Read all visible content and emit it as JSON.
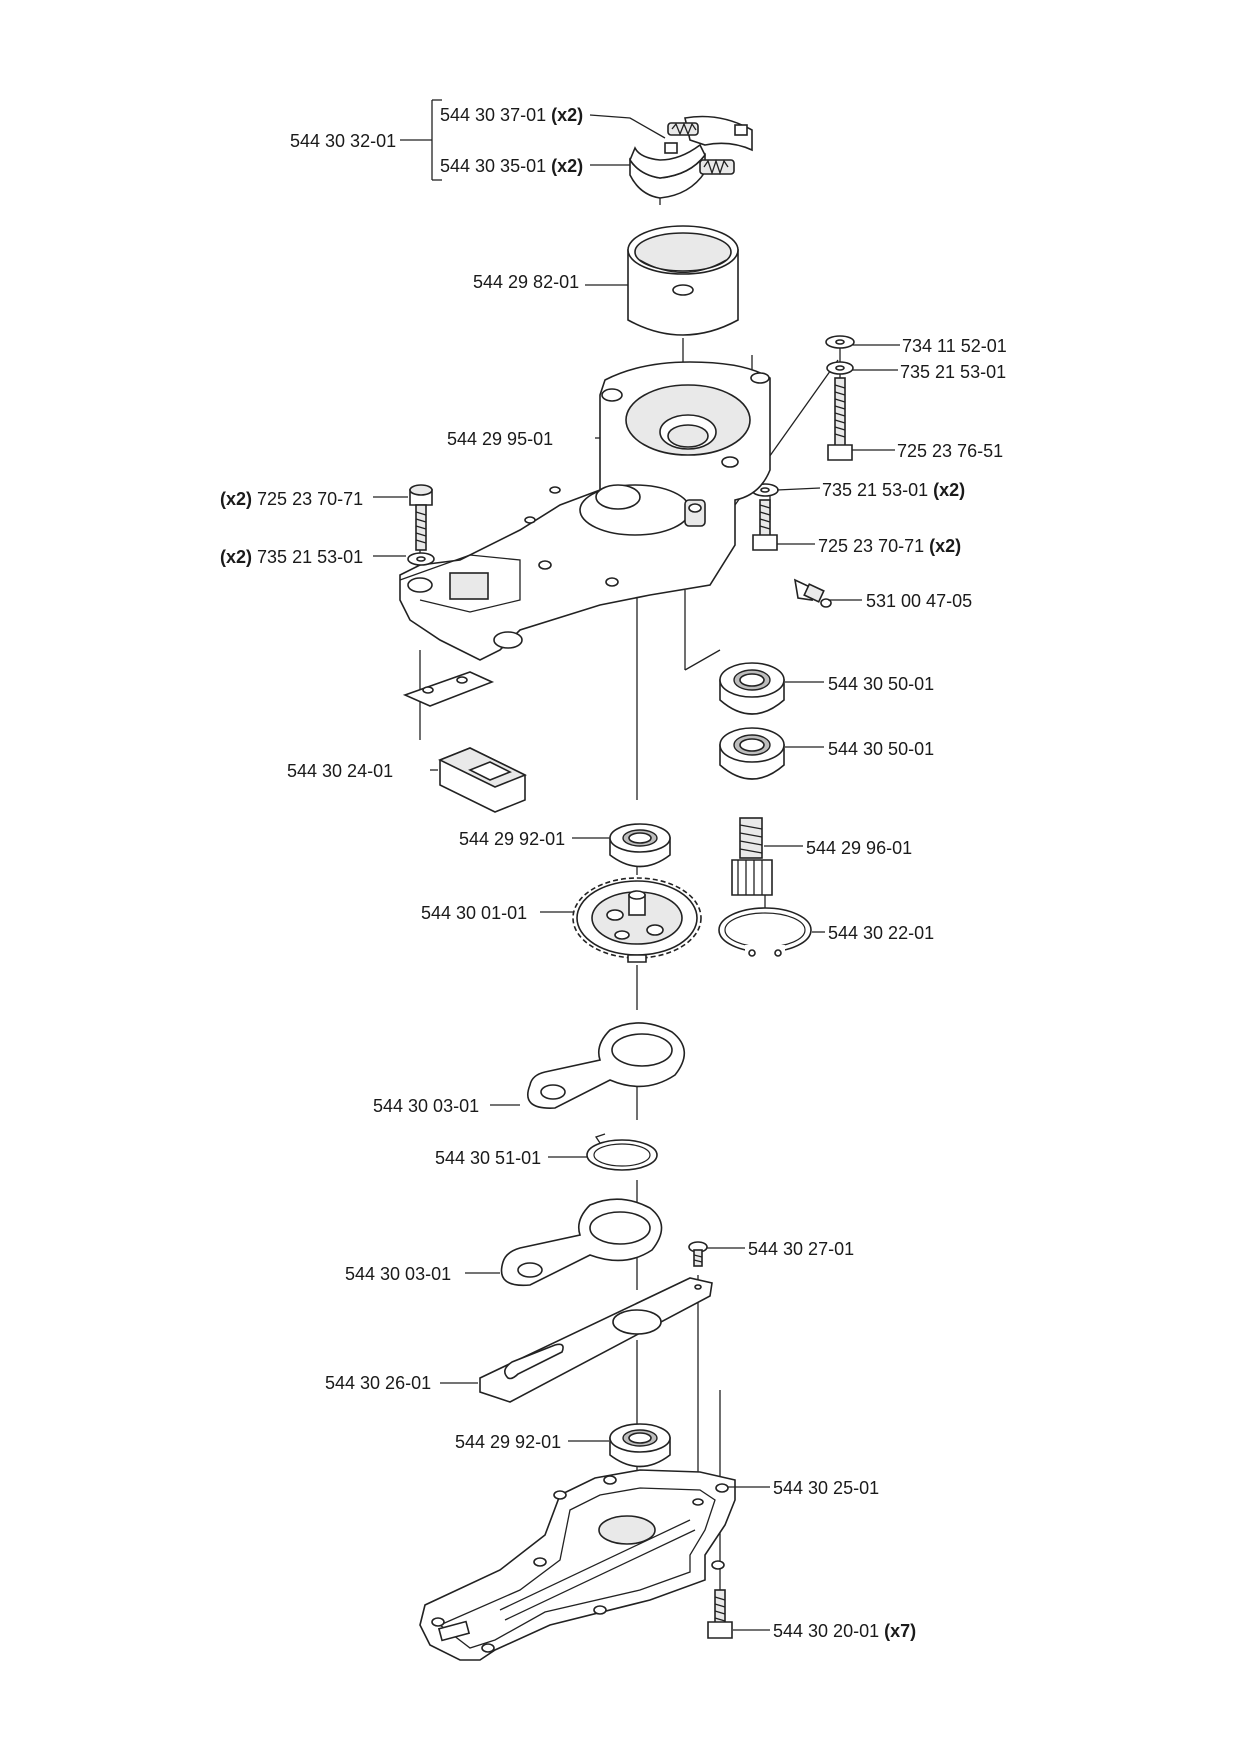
{
  "labels": {
    "l01": {
      "num": "544 30 37-01",
      "qty": "(x2)"
    },
    "l02": {
      "num": "544 30 32-01"
    },
    "l03": {
      "num": "544 30 35-01",
      "qty": "(x2)"
    },
    "l04": {
      "num": "544 29 82-01"
    },
    "l05": {
      "num": "734 11 52-01"
    },
    "l06": {
      "num": "735 21 53-01"
    },
    "l07": {
      "num": "544 29 95-01"
    },
    "l08": {
      "num": "725 23 76-51"
    },
    "l09": {
      "qty": "(x2)",
      "num": "725 23 70-71"
    },
    "l10": {
      "num": "735 21 53-01",
      "qty": "(x2)"
    },
    "l11": {
      "num": "725 23 70-71",
      "qty": "(x2)"
    },
    "l12": {
      "qty": "(x2)",
      "num": "735 21 53-01"
    },
    "l13": {
      "num": "531 00 47-05"
    },
    "l14": {
      "num": "544 30 50-01"
    },
    "l15": {
      "num": "544 30 50-01"
    },
    "l16": {
      "num": "544 30 24-01"
    },
    "l17": {
      "num": "544 29 92-01"
    },
    "l18": {
      "num": "544 29 96-01"
    },
    "l19": {
      "num": "544 30 01-01"
    },
    "l20": {
      "num": "544 30 22-01"
    },
    "l21": {
      "num": "544 30 03-01"
    },
    "l22": {
      "num": "544 30 51-01"
    },
    "l23": {
      "num": "544 30 27-01"
    },
    "l24": {
      "num": "544 30 03-01"
    },
    "l25": {
      "num": "544 30 26-01"
    },
    "l26": {
      "num": "544 29 92-01"
    },
    "l27": {
      "num": "544 30 25-01"
    },
    "l28": {
      "num": "544 30 20-01",
      "qty": "(x7)"
    }
  }
}
